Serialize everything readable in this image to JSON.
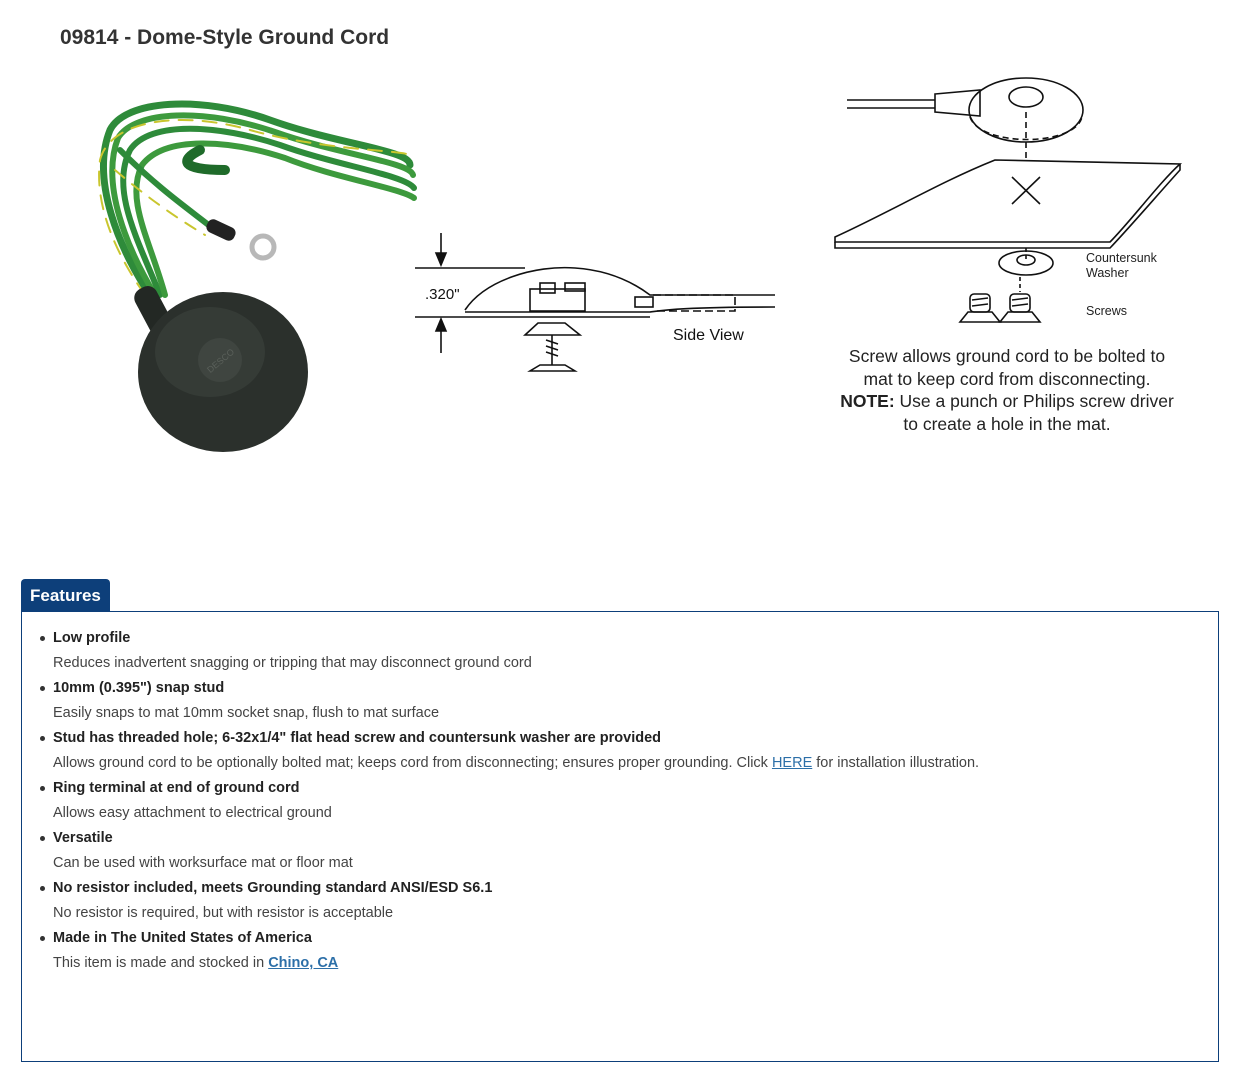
{
  "page": {
    "title": "09814 - Dome-Style Ground Cord"
  },
  "diagram": {
    "dimension_label": ".320\"",
    "side_view_label": "Side View",
    "countersunk_label_1": "Countersunk",
    "countersunk_label_2": "Washer",
    "screws_label": "Screws",
    "photo_logo_text": "DESCO"
  },
  "caption": {
    "line1": "Screw allows ground cord to be bolted to",
    "line2": "mat to keep cord from disconnecting.",
    "note_label": "NOTE:",
    "note_text": " Use a punch or Philips screw driver",
    "line4": "to create a hole in the mat."
  },
  "features": {
    "tab_label": "Features",
    "items": [
      {
        "title": "Low profile",
        "desc": "Reduces inadvertent snagging or tripping that may disconnect ground cord"
      },
      {
        "title": "10mm (0.395\") snap stud",
        "desc": "Easily snaps to mat 10mm socket snap, flush to mat surface"
      },
      {
        "title": "Stud has threaded hole; 6-32x1/4\" flat head screw and countersunk washer are provided",
        "desc_before": "Allows ground cord to be optionally bolted mat; keeps cord from disconnecting; ensures proper grounding. Click ",
        "link": "HERE",
        "desc_after": " for installation illustration."
      },
      {
        "title": "Ring terminal at end of ground cord",
        "desc": "Allows easy attachment to electrical ground"
      },
      {
        "title": "Versatile",
        "desc": "Can be used with worksurface mat or floor mat"
      },
      {
        "title": "No resistor included, meets Grounding standard ANSI/ESD S6.1",
        "desc": "No resistor is required, but with resistor is acceptable"
      },
      {
        "title": "Made in The United States of America",
        "desc_before": "This item is made and stocked in ",
        "link": "Chino, CA"
      }
    ]
  },
  "colors": {
    "accent": "#0d3f7a",
    "link": "#2c6fa8",
    "cord_green": "#2e8b3a",
    "cord_yellow": "#c9c62e",
    "dome": "#2b302c"
  }
}
